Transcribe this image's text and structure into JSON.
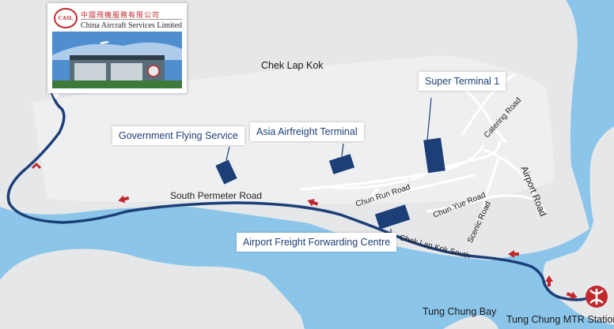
{
  "map": {
    "places": {
      "chek_lap_kok": "Chek Lap Kok",
      "tung_chung_bay": "Tung Chung Bay",
      "tung_chung_mtr": "Tung Chung MTR Station"
    },
    "callouts": {
      "super_terminal": "Super Terminal 1",
      "gov_flying": "Government Flying Service",
      "asia_airfreight": "Asia Airfreight Terminal",
      "freight_forwarding": "Airport Freight Forwarding Centre"
    },
    "roads": {
      "south_perimeter": "South Permeter Road",
      "chun_run": "Chun Run Road",
      "chun_yue": "Chun Yue Road",
      "scenic": "Scenic Road",
      "catering": "Catering Road",
      "airport": "Airport Road",
      "chek_lap_kok_south": "Chek Lap Kok South"
    },
    "logo": {
      "badge": "CASL",
      "chinese_name": "中國飛機服務有限公司",
      "english_name": "China Aircraft Services Limited"
    },
    "colors": {
      "water": "#8bc6ea",
      "land": "#e6e7e8",
      "route": "#1d3f78",
      "building": "#1d3f78",
      "arrow": "#c0282d"
    }
  }
}
